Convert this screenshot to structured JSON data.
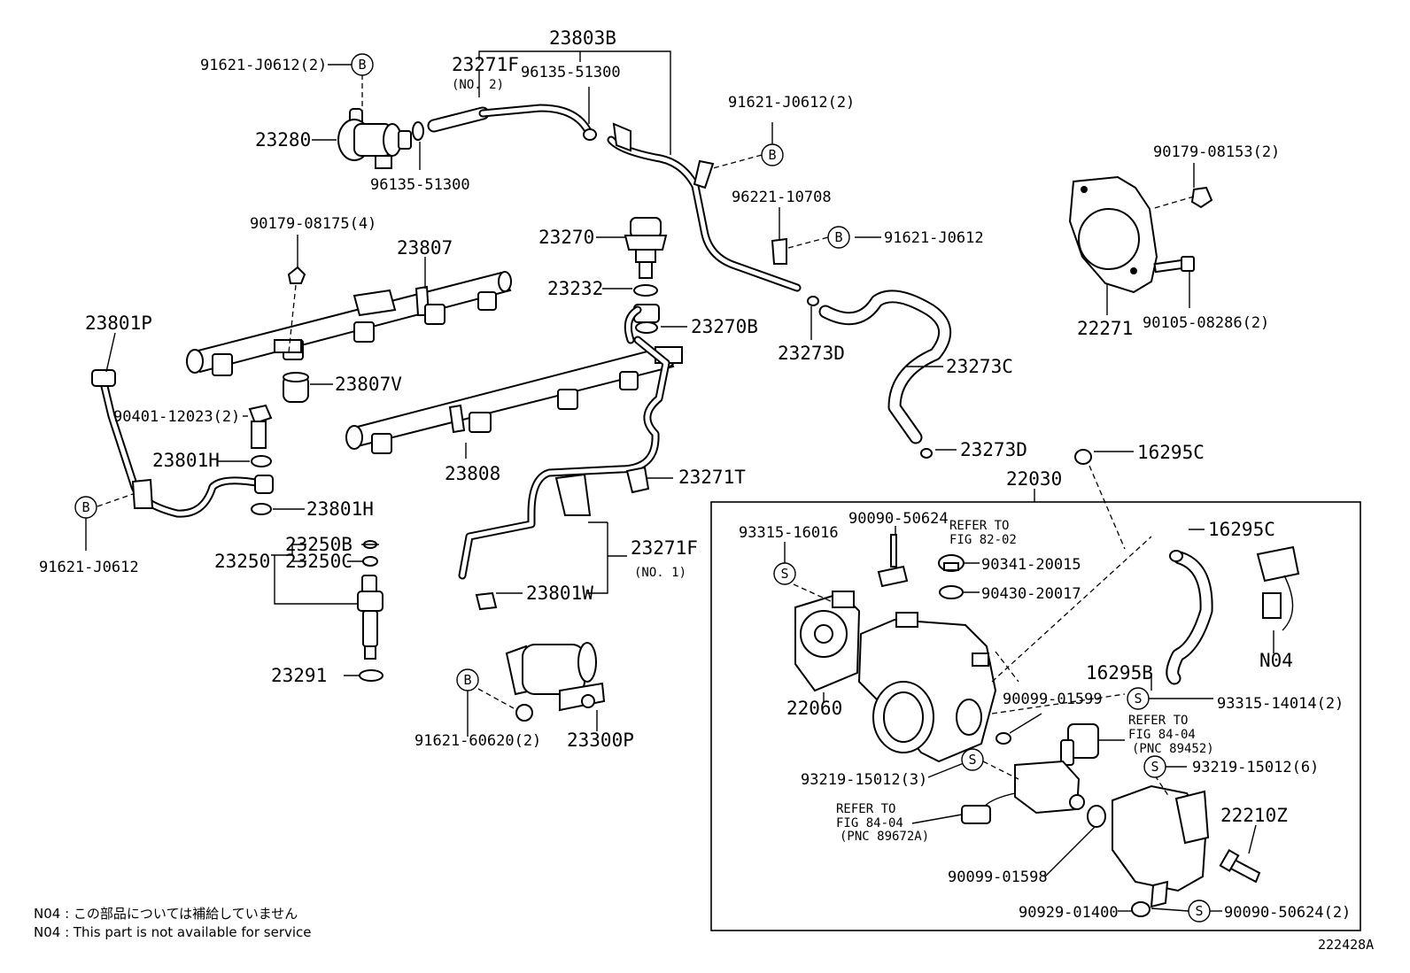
{
  "labels": {
    "p23803B": "23803B",
    "p91621_J0612_2_a": "91621-J0612(2)",
    "p23271F_top": "23271F",
    "no2": "(NO. 2)",
    "p96135_51300_a": "96135-51300",
    "p23280": "23280",
    "p96135_51300_b": "96135-51300",
    "p91621_J0612_2_b": "91621-J0612(2)",
    "p90179_08153": "90179-08153(2)",
    "p96221_10708": "96221-10708",
    "p91621_J0612_c": "91621-J0612",
    "p23270": "23270",
    "p90179_08175": "90179-08175(4)",
    "p23807": "23807",
    "p23232": "23232",
    "p23270B": "23270B",
    "p23273D_a": "23273D",
    "p22271": "22271",
    "p90105_08286": "90105-08286(2)",
    "p23801P": "23801P",
    "p23807V": "23807V",
    "p23273C": "23273C",
    "p90401_12023": "90401-12023(2)",
    "p23273D_b": "23273D",
    "p16295C_a": "16295C",
    "p23801H_a": "23801H",
    "p23808": "23808",
    "p23271T": "23271T",
    "p22030": "22030",
    "p23801H_b": "23801H",
    "p90090_50624_a": "90090-50624",
    "refer_82": "REFER TO",
    "fig_82": "FIG 82-02",
    "p93315_16016": "93315-16016",
    "p16295C_b": "16295C",
    "p91621_J0612_d": "91621-J0612",
    "p23250B": "23250B",
    "p23250": "23250",
    "p23250C": "23250C",
    "p23271F_bot": "23271F",
    "no1": "(NO. 1)",
    "p90341_20015": "90341-20015",
    "p90430_20017": "90430-20017",
    "p23801W": "23801W",
    "pN04": "N04",
    "p16295B": "16295B",
    "p23291": "23291",
    "p22060": "22060",
    "p90099_01599": "90099-01599",
    "p93315_14014": "93315-14014(2)",
    "refer_84a": "REFER TO",
    "fig_84a": "FIG 84-04",
    "pnc_89452": "(PNC 89452)",
    "p91621_60620": "91621-60620(2)",
    "p23300P": "23300P",
    "p93219_15012_6": "93219-15012(6)",
    "p93219_15012_3": "93219-15012(3)",
    "refer_84b": "REFER TO",
    "fig_84b": "FIG 84-04",
    "pnc_89672A": "(PNC 89672A)",
    "p22210Z": "22210Z",
    "p90099_01598": "90099-01598",
    "p90929_01400": "90929-01400",
    "p90090_50624_b": "90090-50624(2)",
    "mark_B": "B",
    "mark_S": "S"
  },
  "notes": {
    "n04_jp": "N04 : この部品については補給していません",
    "n04_en": "N04 : This part is not available for service"
  },
  "catalog_no": "222428A"
}
